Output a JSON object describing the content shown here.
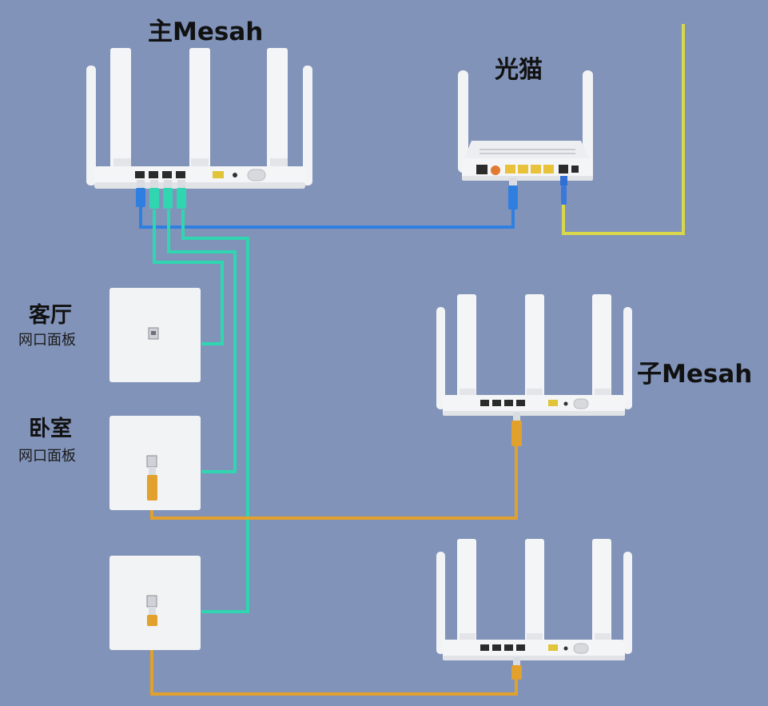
{
  "labels": {
    "main_mesh": "主Mesah",
    "modem": "光猫",
    "sub_mesh": "子Mesah",
    "living_room": "客厅",
    "living_room_panel": "网口面板",
    "bedroom": "卧室",
    "bedroom_panel": "网口面板"
  },
  "colors": {
    "background": "#8193b9",
    "fiber": "#d9d84a",
    "wan_cable": "#2f7fe0",
    "lan_cable": "#2fd6b1",
    "sub_cable": "#e2a02c",
    "device": "#f4f5f7"
  }
}
